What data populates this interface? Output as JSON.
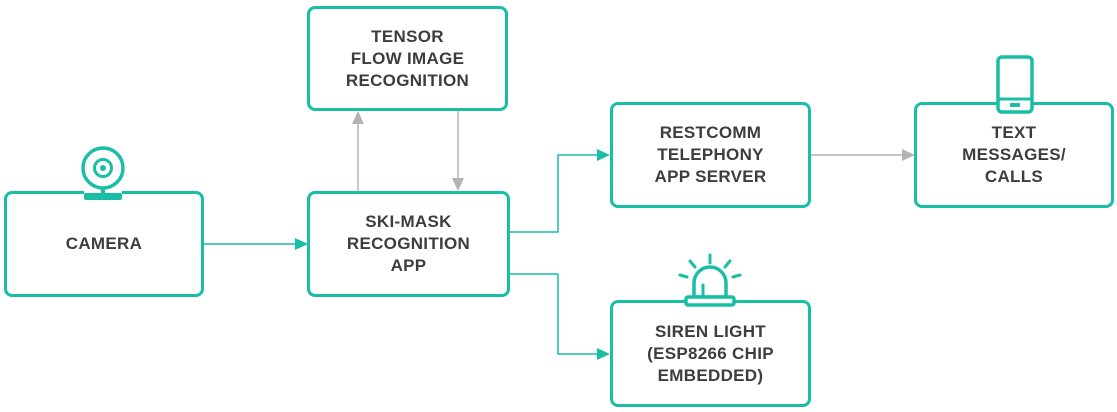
{
  "colors": {
    "accent": "#19bfa5",
    "connector_gray": "#b3b3b3",
    "text": "#3d3d3d"
  },
  "nodes": {
    "camera": {
      "label": "CAMERA"
    },
    "tensorflow": {
      "label": "TENSOR\nFLOW IMAGE\nRECOGNITION"
    },
    "skimask": {
      "label": "SKI-MASK\nRECOGNITION\nAPP"
    },
    "restcomm": {
      "label": "RESTCOMM\nTELEPHONY\nAPP SERVER"
    },
    "text_messages": {
      "label": "TEXT\nMESSAGES/\nCALLS"
    },
    "siren": {
      "label": "SIREN LIGHT\n(ESP8266 CHIP\nEMBEDDED)"
    }
  },
  "icons": {
    "camera": "webcam-icon",
    "text_messages": "mobile-phone-icon",
    "siren": "siren-light-icon"
  },
  "edges": [
    {
      "from": "camera",
      "to": "skimask",
      "style": "teal"
    },
    {
      "from": "skimask",
      "to": "tensorflow",
      "style": "gray"
    },
    {
      "from": "tensorflow",
      "to": "skimask",
      "style": "gray"
    },
    {
      "from": "skimask",
      "to": "restcomm",
      "style": "teal"
    },
    {
      "from": "skimask",
      "to": "siren",
      "style": "teal"
    },
    {
      "from": "restcomm",
      "to": "text_messages",
      "style": "gray"
    }
  ]
}
